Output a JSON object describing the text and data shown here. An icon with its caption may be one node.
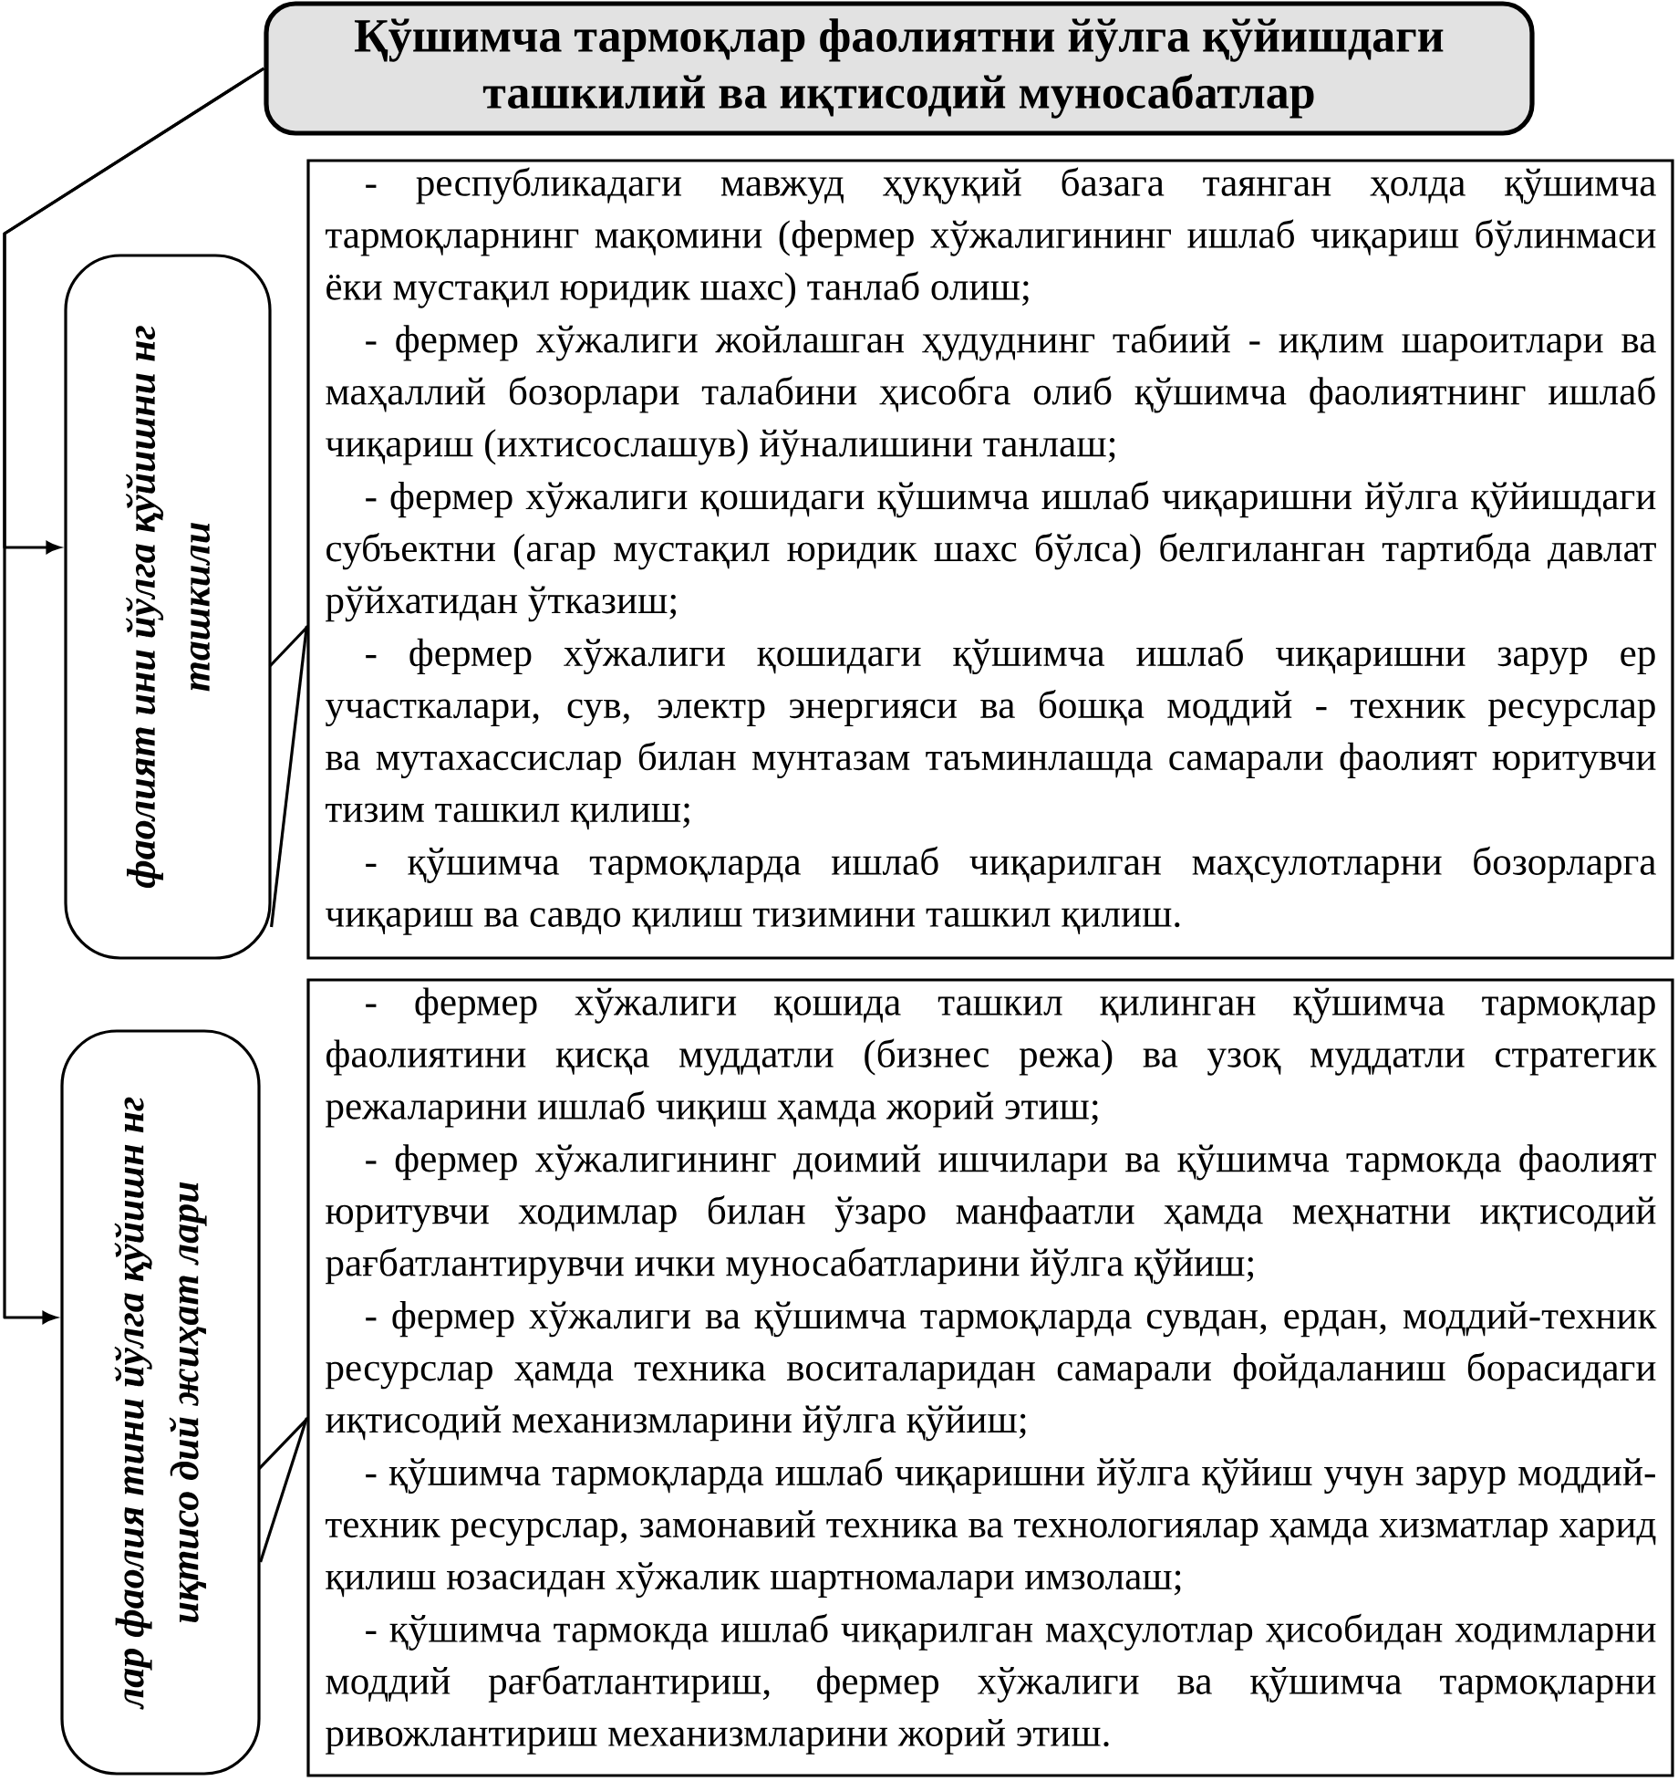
{
  "diagram": {
    "nodes": [
      {
        "text": [
          "Қўшимча тармоқлар фаолиятни йўлга қўйишдаги ташкилий ва иқтисодий муносабатлар"
        ]
      },
      {
        "text": [
          "фаолият ини йўлга қўйишни нг ташкили"
        ]
      },
      {
        "text": [
          "- республикадаги мавжуд ҳуқуқий базага таянган ҳолда қўшимча тармоқларнинг мақомини (фермер хўжалигининг ишлаб чиқариш бўлинмаси ёки мустақил юридик шахс) танлаб олиш;",
          "- фермер хўжалиги жойлашган ҳудуднинг табиий - иқлим шароитлари ва маҳаллий бозорлари талабини ҳисобга олиб қўшимча фаолиятнинг ишлаб чиқариш (ихтисослашув) йўналишини танлаш;",
          "- фермер хўжалиги қошидаги қўшимча ишлаб чиқаришни йўлга қўйишдаги субъектни (агар мустақил юридик шахс бўлса) белгиланган тартибда давлат рўйхатидан ўтказиш;",
          "- фермер хўжалиги қошидаги қўшимча ишлаб чиқаришни зарур ер участкалари, сув, электр энергияси ва бошқа моддий - техник ресурслар ва мутахассислар билан мунтазам таъминлашда самарали фаолият юритувчи тизим ташкил қилиш;",
          "- қўшимча тармоқларда ишлаб чиқарилган маҳсулотларни бозорларга чиқариш ва савдо қилиш тизимини ташкил қилиш."
        ]
      },
      {
        "text": [
          "лар фаолия тини йўлга қўйишн нг иқтисо дий жиҳат лари"
        ]
      },
      {
        "text": [
          "- фермер хўжалиги қошида ташкил қилинган қўшимча тармоқлар фаолиятини қисқа муддатли (бизнес режа) ва узоқ муддатли стратегик режаларини ишлаб чиқиш ҳамда жорий этиш;",
          "- фермер хўжалигининг доимий ишчилари ва қўшимча тармокда фаолият юритувчи ходимлар билан ўзаро манфаатли ҳамда меҳнатни иқтисодий рағбатлантирувчи ички муносабатларини йўлга қўйиш;",
          "- фермер хўжалиги ва қўшимча тармоқларда сувдан, ердан, моддий-техник ресурслар ҳамда техника воситаларидан самарали фойдаланиш борасидаги иқтисодий механизмларини йўлга қўйиш;",
          "- қўшимча тармоқларда ишлаб чиқаришни йўлга қўйиш учун зарур моддий-техник ресурслар, замонавий техника ва технологиялар ҳамда хизматлар харид қилиш юзасидан хўжалик шартномалари имзолаш;",
          "- қўшимча тармокда ишлаб чиқарилган маҳсулотлар ҳисобидан ходимларни моддий рағбатлантириш, фермер хўжалиги ва қўшимча тармоқларни ривожлантириш механизмларини жорий этиш."
        ]
      }
    ],
    "edges": [
      {
        "from": 0,
        "to": 1,
        "arrow": "to"
      },
      {
        "from": 0,
        "to": 3,
        "arrow": "to"
      },
      {
        "from": 1,
        "to": 2,
        "arrow": "none"
      },
      {
        "from": 3,
        "to": 4,
        "arrow": "none"
      }
    ]
  }
}
